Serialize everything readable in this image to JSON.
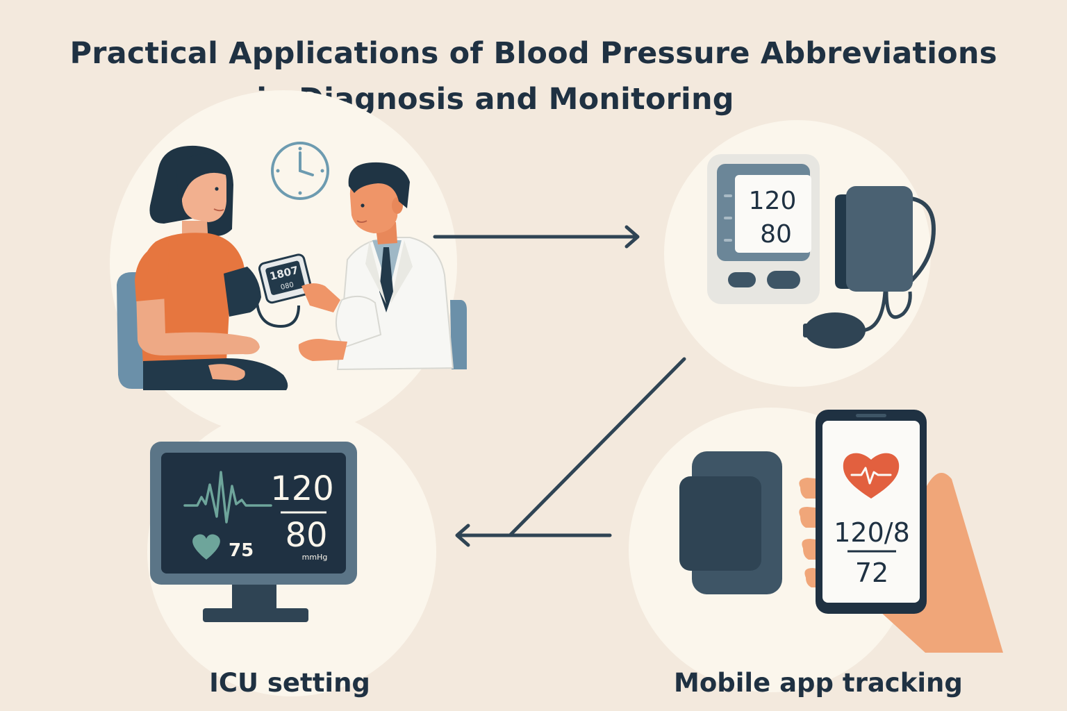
{
  "title": {
    "line1": "Practical Applications of Blood Pressure Abbreviations",
    "line2": "in Diagnosis and Monitoring"
  },
  "colors": {
    "background": "#f3e9dd",
    "circle": "#fbf6ec",
    "dark_slate": "#3e5566",
    "teal": "#6ea59b",
    "orange": "#e8794a",
    "heart_red": "#e2603f"
  },
  "home_monitor": {
    "systolic": "120",
    "diastolic": "80"
  },
  "clinic_device": {
    "reading_top": "1807",
    "reading_bottom": "080"
  },
  "icu_monitor": {
    "systolic": "120",
    "diastolic": "80",
    "heart_rate": "75",
    "unit": "mmHg"
  },
  "mobile_app": {
    "reading": "120/8",
    "pulse": "72"
  },
  "captions": {
    "icu": "ICU setting",
    "mobile": "Mobile app tracking"
  }
}
